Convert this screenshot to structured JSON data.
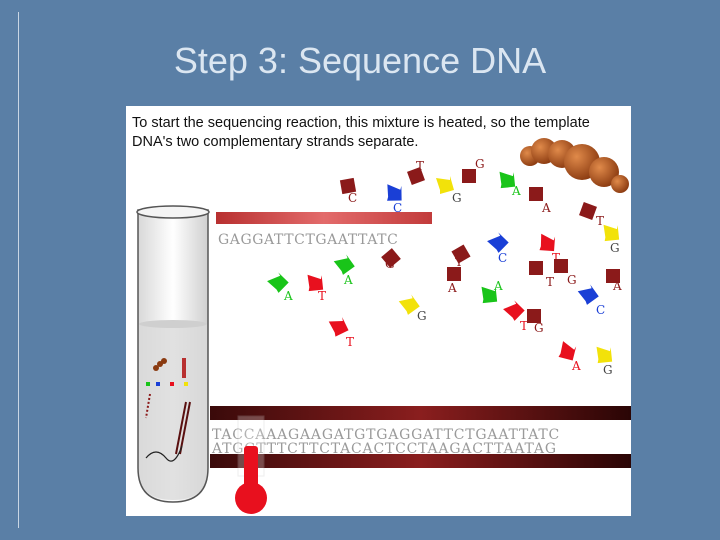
{
  "slide": {
    "title": "Step 3: Sequence DNA"
  },
  "figure": {
    "caption": "To start the sequencing reaction, this mixture is heated, so the template DNA's two complementary strands separate.",
    "template_strand": "GAGGATTCTGAATTATC",
    "bottom_strand_top": "TACCAAAGAAGATGTGAGGATTCTGAATTATC",
    "bottom_strand_bottom": "ATGGTTTCTTCTACACTCCTAAGACTTAATAG",
    "nucleotides": [
      {
        "base": "C",
        "color": "#8b1a1a",
        "shape": "square"
      },
      {
        "base": "C",
        "color": "#1a3fd6",
        "shape": "arrow"
      },
      {
        "base": "T",
        "color": "#8b1a1a",
        "shape": "square"
      },
      {
        "base": "G",
        "color": "#f2e20a",
        "shape": "arrow"
      },
      {
        "base": "G",
        "color": "#8b1a1a",
        "shape": "square"
      },
      {
        "base": "A",
        "color": "#19c419",
        "shape": "arrow"
      },
      {
        "base": "A",
        "color": "#8b1a1a",
        "shape": "square"
      },
      {
        "base": "T",
        "color": "#8b1a1a",
        "shape": "square"
      },
      {
        "base": "G",
        "color": "#f2e20a",
        "shape": "arrow"
      },
      {
        "base": "C",
        "color": "#1a3fd6",
        "shape": "arrow"
      },
      {
        "base": "T",
        "color": "#e8101e",
        "shape": "arrow"
      },
      {
        "base": "A",
        "color": "#19c419",
        "shape": "arrow"
      },
      {
        "base": "T",
        "color": "#e8101e",
        "shape": "arrow"
      },
      {
        "base": "A",
        "color": "#19c419",
        "shape": "arrow"
      },
      {
        "base": "G",
        "color": "#8b1a1a",
        "shape": "square"
      },
      {
        "base": "T",
        "color": "#8b1a1a",
        "shape": "square"
      },
      {
        "base": "A",
        "color": "#8b1a1a",
        "shape": "square"
      },
      {
        "base": "T",
        "color": "#8b1a1a",
        "shape": "square"
      },
      {
        "base": "G",
        "color": "#8b1a1a",
        "shape": "square"
      },
      {
        "base": "A",
        "color": "#8b1a1a",
        "shape": "square"
      },
      {
        "base": "C",
        "color": "#1a3fd6",
        "shape": "arrow"
      },
      {
        "base": "T",
        "color": "#e8101e",
        "shape": "arrow"
      },
      {
        "base": "G",
        "color": "#f2e20a",
        "shape": "arrow"
      },
      {
        "base": "A",
        "color": "#19c419",
        "shape": "arrow"
      },
      {
        "base": "G",
        "color": "#8b1a1a",
        "shape": "square"
      },
      {
        "base": "T",
        "color": "#e8101e",
        "shape": "arrow"
      },
      {
        "base": "A",
        "color": "#e8101e",
        "shape": "arrow"
      },
      {
        "base": "G",
        "color": "#f2e20a",
        "shape": "arrow"
      }
    ]
  }
}
